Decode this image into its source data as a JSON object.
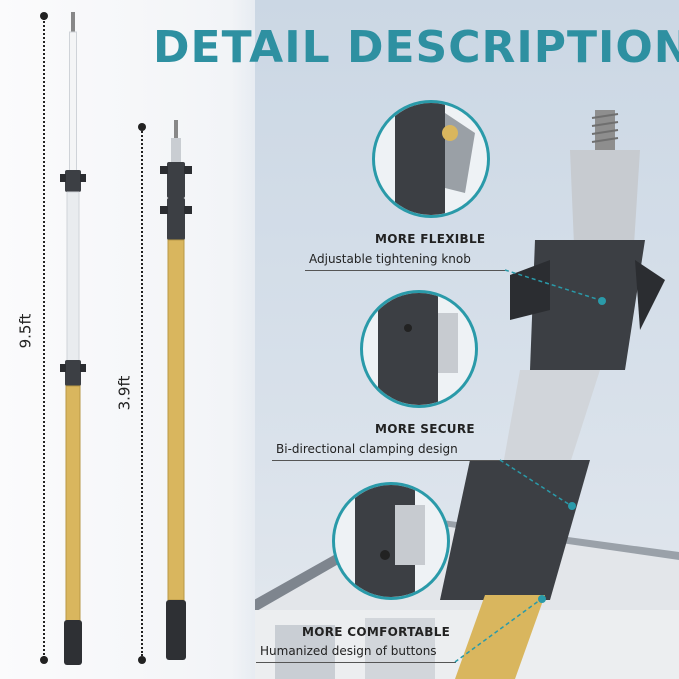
{
  "title": "DETAIL DESCRIPTION",
  "dimensions": {
    "extended": "9.5ft",
    "retracted": "3.9ft"
  },
  "features": [
    {
      "title": "MORE FLEXIBLE",
      "desc": "Adjustable tightening knob"
    },
    {
      "title": "MORE SECURE",
      "desc": "Bi-directional clamping design"
    },
    {
      "title": "MORE COMFORTABLE",
      "desc": "Humanized design of buttons"
    }
  ],
  "colors": {
    "accent": "#2e90a1",
    "pole_gold": "#d9b65e",
    "clamp": "#3c3f44",
    "silver": "#c9cdd2"
  }
}
